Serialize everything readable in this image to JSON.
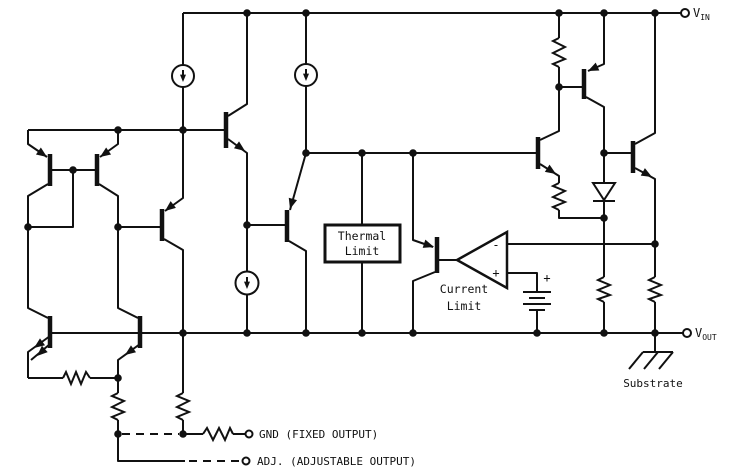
{
  "diagram": {
    "terminals": {
      "vin": {
        "name": "V",
        "sub": "IN"
      },
      "vout": {
        "name": "V",
        "sub": "OUT"
      },
      "gnd": {
        "label": "GND (FIXED OUTPUT)"
      },
      "adj": {
        "label": "ADJ. (ADJUSTABLE OUTPUT)"
      },
      "substrate": {
        "label": "Substrate"
      }
    },
    "blocks": {
      "thermal_limit": {
        "line1": "Thermal",
        "line2": "Limit"
      },
      "current_limit": {
        "line1": "Current",
        "line2": "Limit"
      }
    },
    "comparator": {
      "minus": "-",
      "plus": "+"
    },
    "battery": {
      "plus": "+"
    },
    "colors": {
      "line": "#111111",
      "background": "#ffffff"
    }
  }
}
